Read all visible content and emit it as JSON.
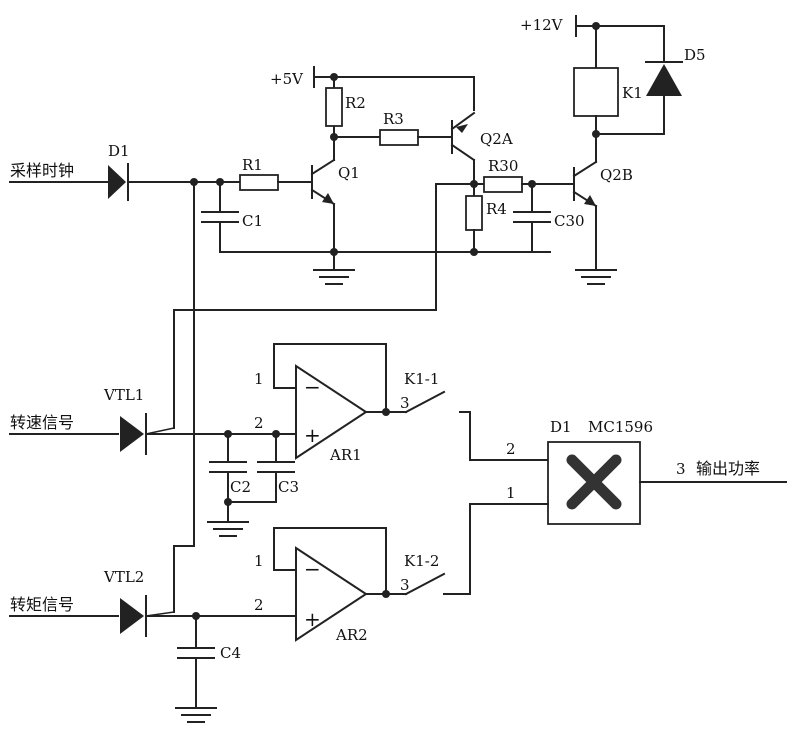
{
  "labels": {
    "vcc5": "+5V",
    "vcc12": "+12V",
    "d1_top": "D1",
    "d5": "D5",
    "k1": "K1",
    "r1": "R1",
    "r2": "R2",
    "r3": "R3",
    "r4": "R4",
    "r30": "R30",
    "c1": "C1",
    "c30": "C30",
    "q1": "Q1",
    "q2a": "Q2A",
    "q2b": "Q2B",
    "sample_clock": "采样时钟",
    "vtl1": "VTL1",
    "vtl2": "VTL2",
    "speed_signal": "转速信号",
    "torque_signal": "转矩信号",
    "ar1": "AR1",
    "ar2": "AR2",
    "ar1_pin1": "1",
    "ar1_pin2": "2",
    "ar2_pin1": "1",
    "ar2_pin2": "2",
    "k1_1": "K1-1",
    "k1_2": "K1-2",
    "sw1_pin3": "3",
    "sw2_pin3": "3",
    "c2": "C2",
    "c3": "C3",
    "c4": "C4",
    "d1_mult": "D1",
    "mc1596": "MC1596",
    "mult_pin2": "2",
    "mult_pin1": "1",
    "out_pin3": "3",
    "output_power": "输出功率",
    "op_minus": "−",
    "op_plus": "+"
  }
}
